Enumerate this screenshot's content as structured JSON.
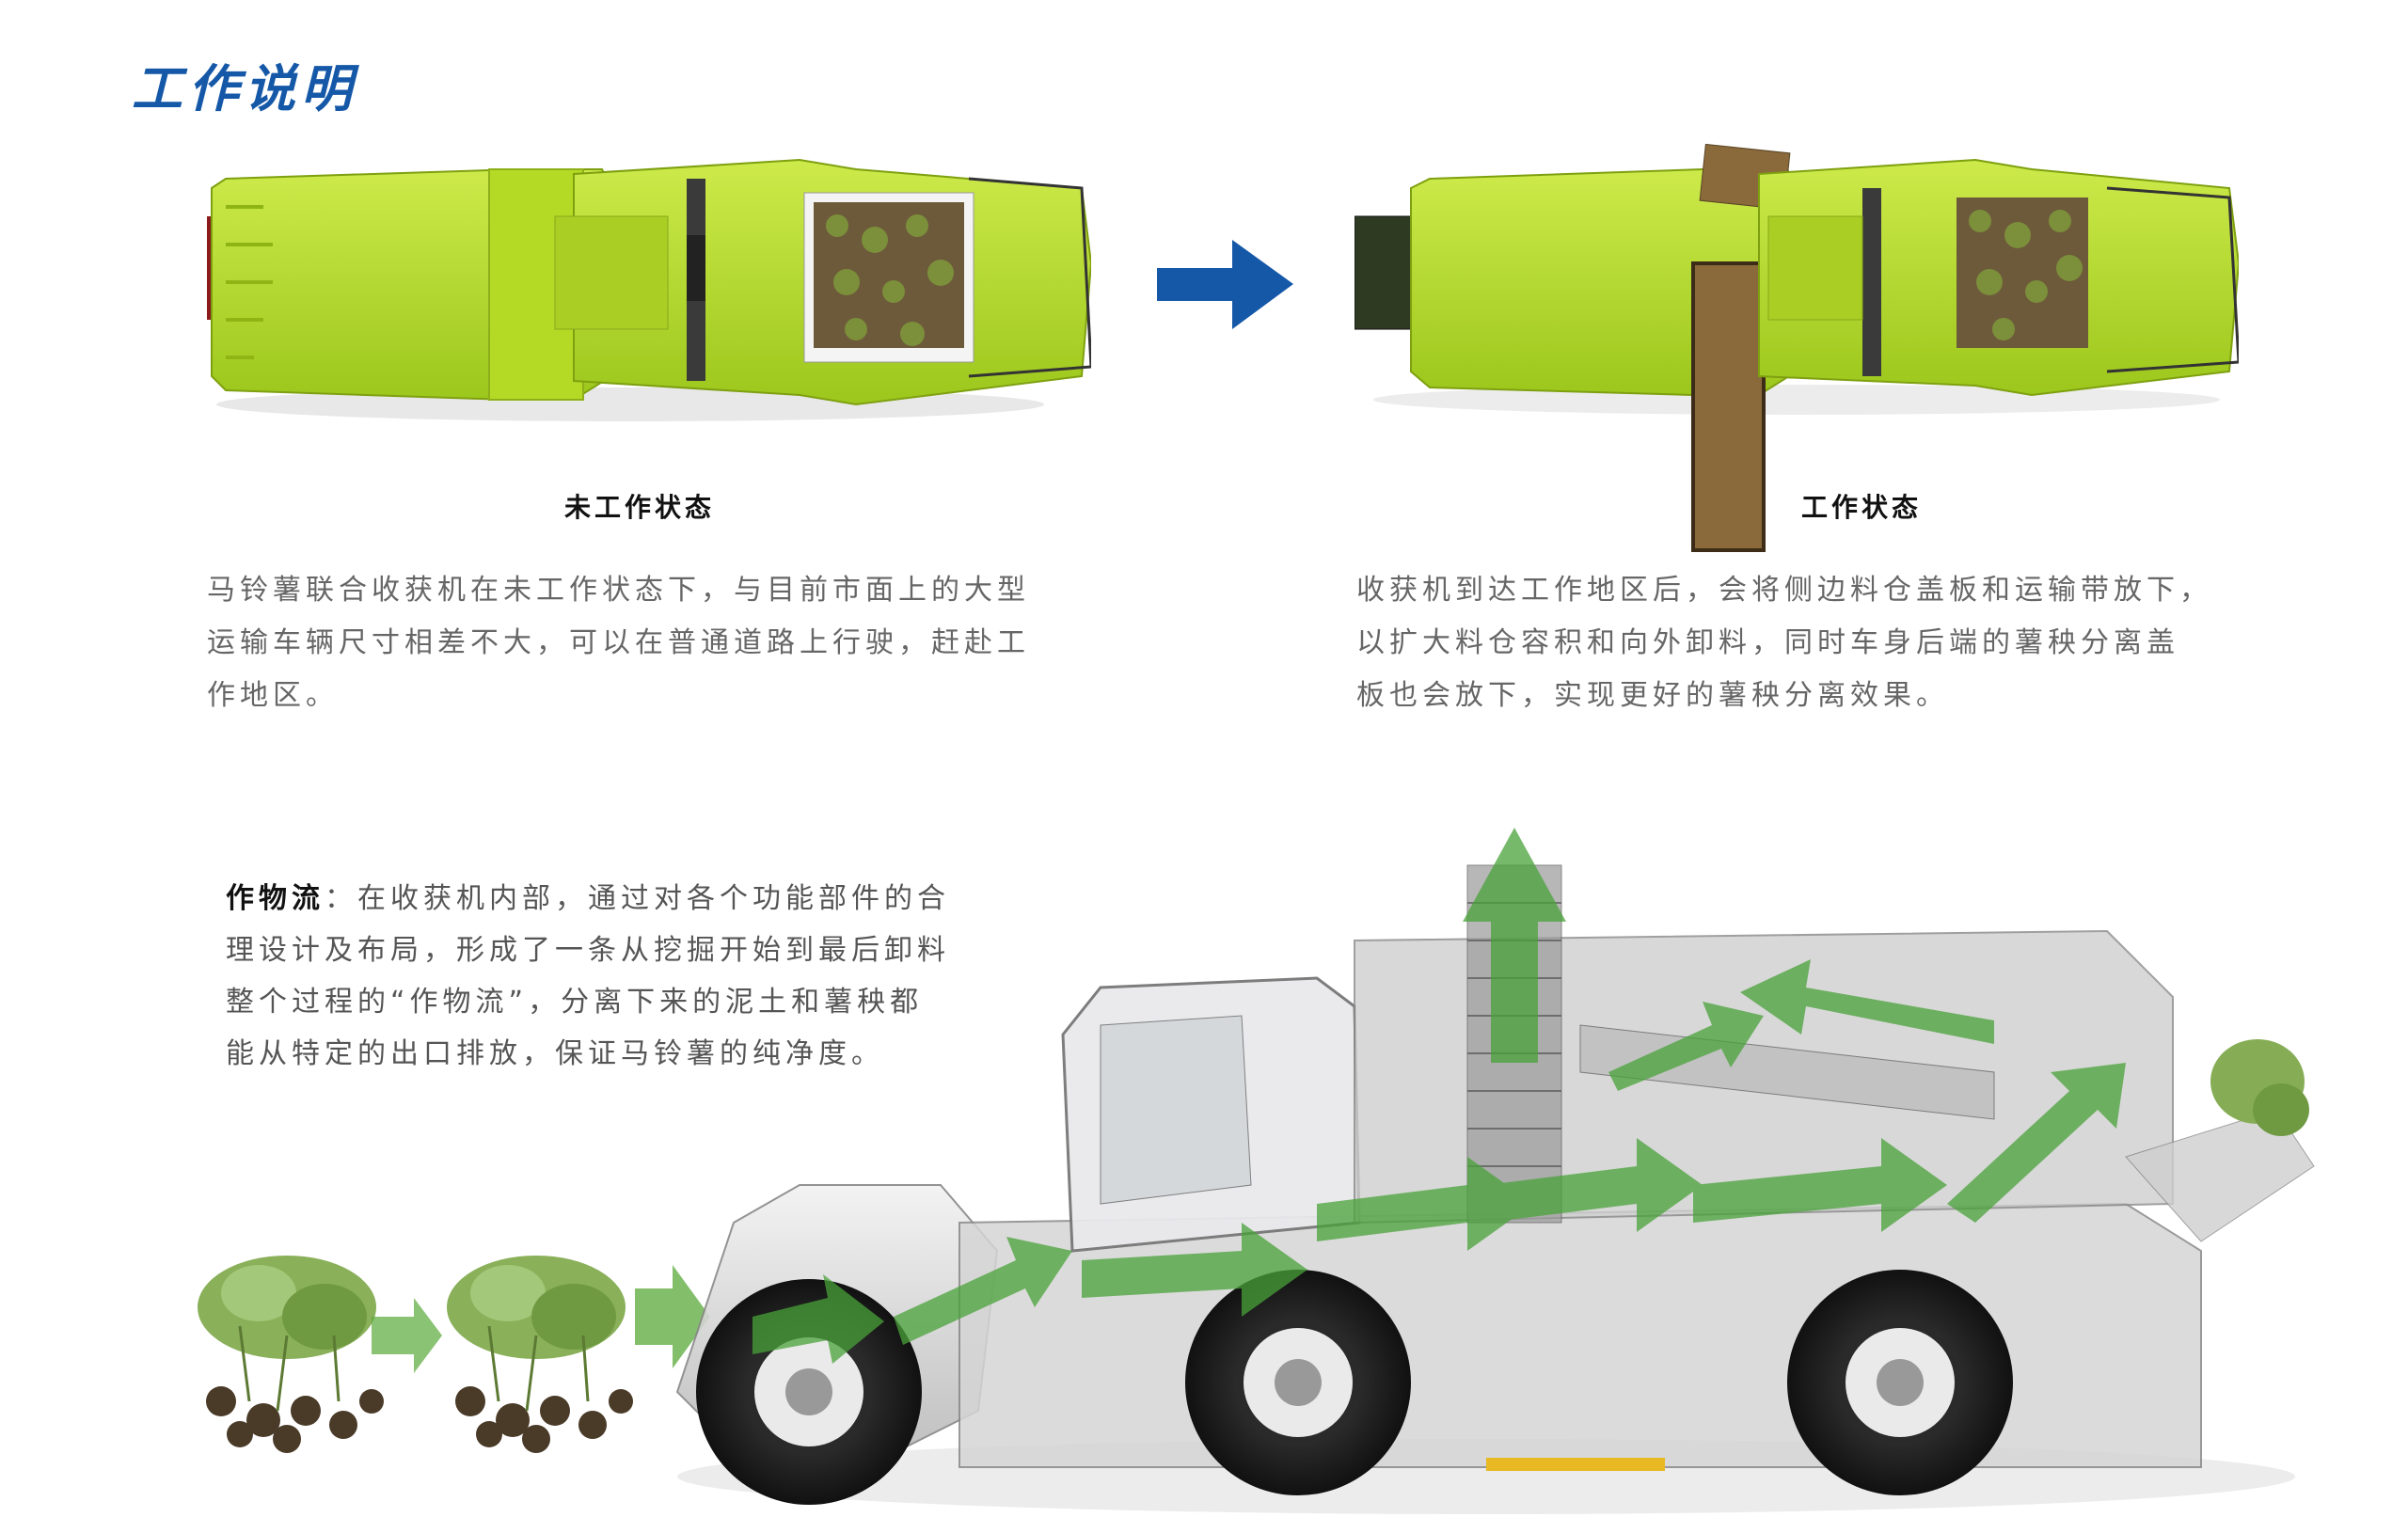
{
  "heading": "工作说明",
  "states": {
    "idle_label": "未工作状态",
    "working_label": "工作状态"
  },
  "descriptions": {
    "idle": [
      "马铃薯联合收获机在未工作状态下，与目前市面上的大型",
      "运输车辆尺寸相差不大，可以在普通道路上行驶，赶赴工",
      "作地区。"
    ],
    "working": [
      "收获机到达工作地区后，会将侧边料仓盖板和运输带放下，",
      "以扩大料仓容积和向外卸料，同时车身后端的薯秧分离盖",
      "板也会放下，实现更好的薯秧分离效果。"
    ]
  },
  "crop_flow": {
    "lead": "作物流",
    "lines": [
      "：在收获机内部，通过对各个功能部件的合",
      "理设计及布局，形成了一条从挖掘开始到最后卸料",
      "整个过程的“作物流”，分离下来的泥土和薯秧都",
      "能从特定的出口排放，保证马铃薯的纯净度。"
    ]
  },
  "colors": {
    "accent_blue": "#1558a8",
    "machine_green": "#b7de2c",
    "flow_green": "#4aa23a"
  }
}
